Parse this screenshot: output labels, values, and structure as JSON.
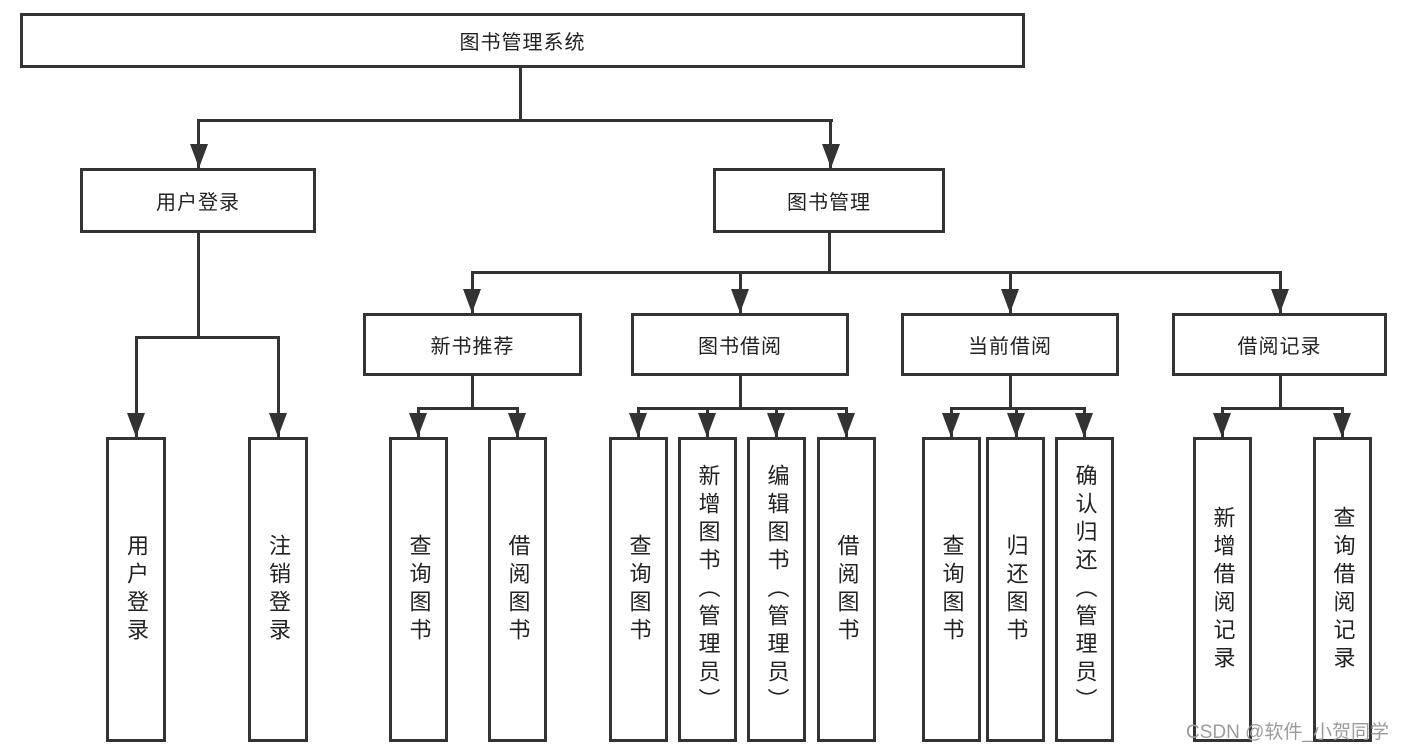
{
  "diagram": {
    "root": {
      "label": "图书管理系统"
    },
    "branches": [
      {
        "label": "用户登录",
        "children": [
          {
            "label": "用户登录"
          },
          {
            "label": "注销登录"
          }
        ]
      },
      {
        "label": "图书管理",
        "children": [
          {
            "label": "新书推荐",
            "children": [
              {
                "label": "查询图书"
              },
              {
                "label": "借阅图书"
              }
            ]
          },
          {
            "label": "图书借阅",
            "children": [
              {
                "label": "查询图书"
              },
              {
                "label": "新增图书（管理员）"
              },
              {
                "label": "编辑图书（管理员）"
              },
              {
                "label": "借阅图书"
              }
            ]
          },
          {
            "label": "当前借阅",
            "children": [
              {
                "label": "查询图书"
              },
              {
                "label": "归还图书"
              },
              {
                "label": "确认归还（管理员）"
              }
            ]
          },
          {
            "label": "借阅记录",
            "children": [
              {
                "label": "新增借阅记录"
              },
              {
                "label": "查询借阅记录"
              }
            ]
          }
        ]
      }
    ],
    "watermark": "CSDN @软件_小贺同学",
    "colors": {
      "line": "#333333",
      "text": "#222222",
      "watermark": "#9b9b9b",
      "background": "#ffffff"
    }
  }
}
